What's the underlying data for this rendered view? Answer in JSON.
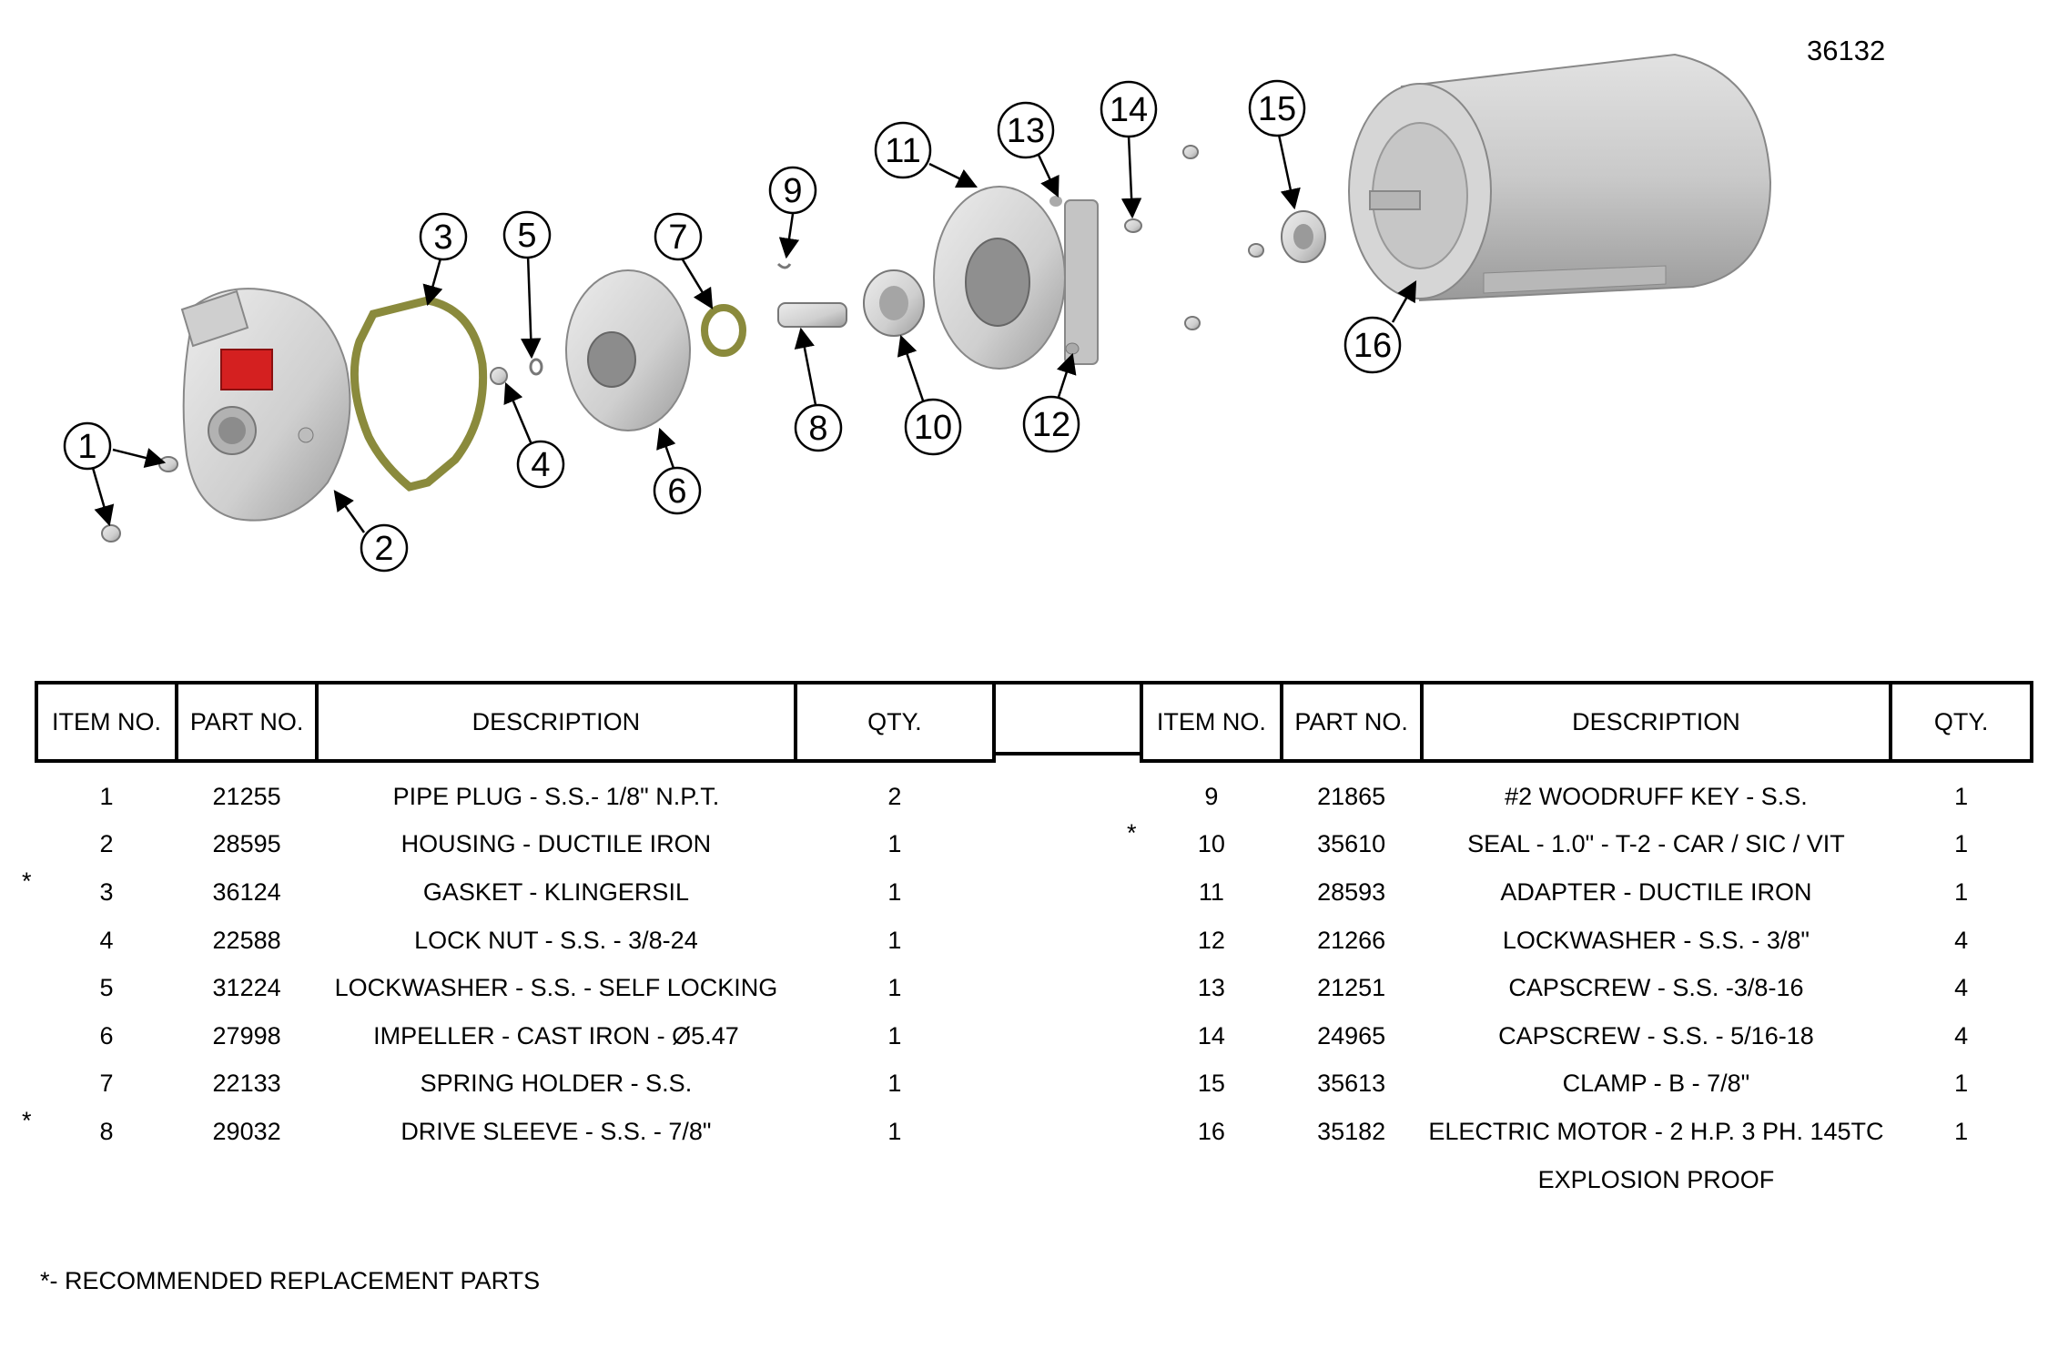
{
  "drawing_number": "36132",
  "balloons": [
    "1",
    "2",
    "3",
    "4",
    "5",
    "6",
    "7",
    "8",
    "9",
    "10",
    "11",
    "12",
    "13",
    "14",
    "15",
    "16"
  ],
  "table_headers": {
    "item": "ITEM NO.",
    "part": "PART NO.",
    "description": "DESCRIPTION",
    "qty": "QTY."
  },
  "parts_left": [
    {
      "star": "",
      "item": "1",
      "part": "21255",
      "description": "PIPE PLUG - S.S.- 1/8\" N.P.T.",
      "qty": "2"
    },
    {
      "star": "",
      "item": "2",
      "part": "28595",
      "description": "HOUSING - DUCTILE IRON",
      "qty": "1"
    },
    {
      "star": "*",
      "item": "3",
      "part": "36124",
      "description": "GASKET - KLINGERSIL",
      "qty": "1"
    },
    {
      "star": "",
      "item": "4",
      "part": "22588",
      "description": "LOCK NUT - S.S. - 3/8-24",
      "qty": "1"
    },
    {
      "star": "",
      "item": "5",
      "part": "31224",
      "description": "LOCKWASHER - S.S. - SELF LOCKING",
      "qty": "1"
    },
    {
      "star": "",
      "item": "6",
      "part": "27998",
      "description": "IMPELLER - CAST IRON  - Ø5.47",
      "qty": "1"
    },
    {
      "star": "",
      "item": "7",
      "part": "22133",
      "description": "SPRING HOLDER - S.S.",
      "qty": "1"
    },
    {
      "star": "*",
      "item": "8",
      "part": "29032",
      "description": "DRIVE SLEEVE - S.S. - 7/8\"",
      "qty": "1"
    }
  ],
  "parts_right": [
    {
      "star": "",
      "item": "9",
      "part": "21865",
      "description": "#2 WOODRUFF KEY - S.S.",
      "qty": "1"
    },
    {
      "star": "*",
      "item": "10",
      "part": "35610",
      "description": "SEAL - 1.0\" - T-2 - CAR / SIC / VIT",
      "qty": "1"
    },
    {
      "star": "",
      "item": "11",
      "part": "28593",
      "description": "ADAPTER - DUCTILE IRON",
      "qty": "1"
    },
    {
      "star": "",
      "item": "12",
      "part": "21266",
      "description": "LOCKWASHER - S.S. - 3/8\"",
      "qty": "4"
    },
    {
      "star": "",
      "item": "13",
      "part": "21251",
      "description": "CAPSCREW - S.S. -3/8-16",
      "qty": "4"
    },
    {
      "star": "",
      "item": "14",
      "part": "24965",
      "description": "CAPSCREW - S.S. - 5/16-18",
      "qty": "4"
    },
    {
      "star": "",
      "item": "15",
      "part": "35613",
      "description": "CLAMP - B - 7/8\"",
      "qty": "1"
    },
    {
      "star": "",
      "item": "16",
      "part": "35182",
      "description": "ELECTRIC MOTOR - 2 H.P. 3 PH. 145TC",
      "qty": "1"
    },
    {
      "star": "",
      "item": "",
      "part": "",
      "description": "EXPLOSION PROOF",
      "qty": ""
    }
  ],
  "footnote": "*- RECOMMENDED REPLACEMENT PARTS",
  "colors": {
    "part_fill": "#d6d6d6",
    "part_shadow": "#a9a9a9",
    "gasket": "#8a8a3c",
    "label_red": "#d42020"
  }
}
